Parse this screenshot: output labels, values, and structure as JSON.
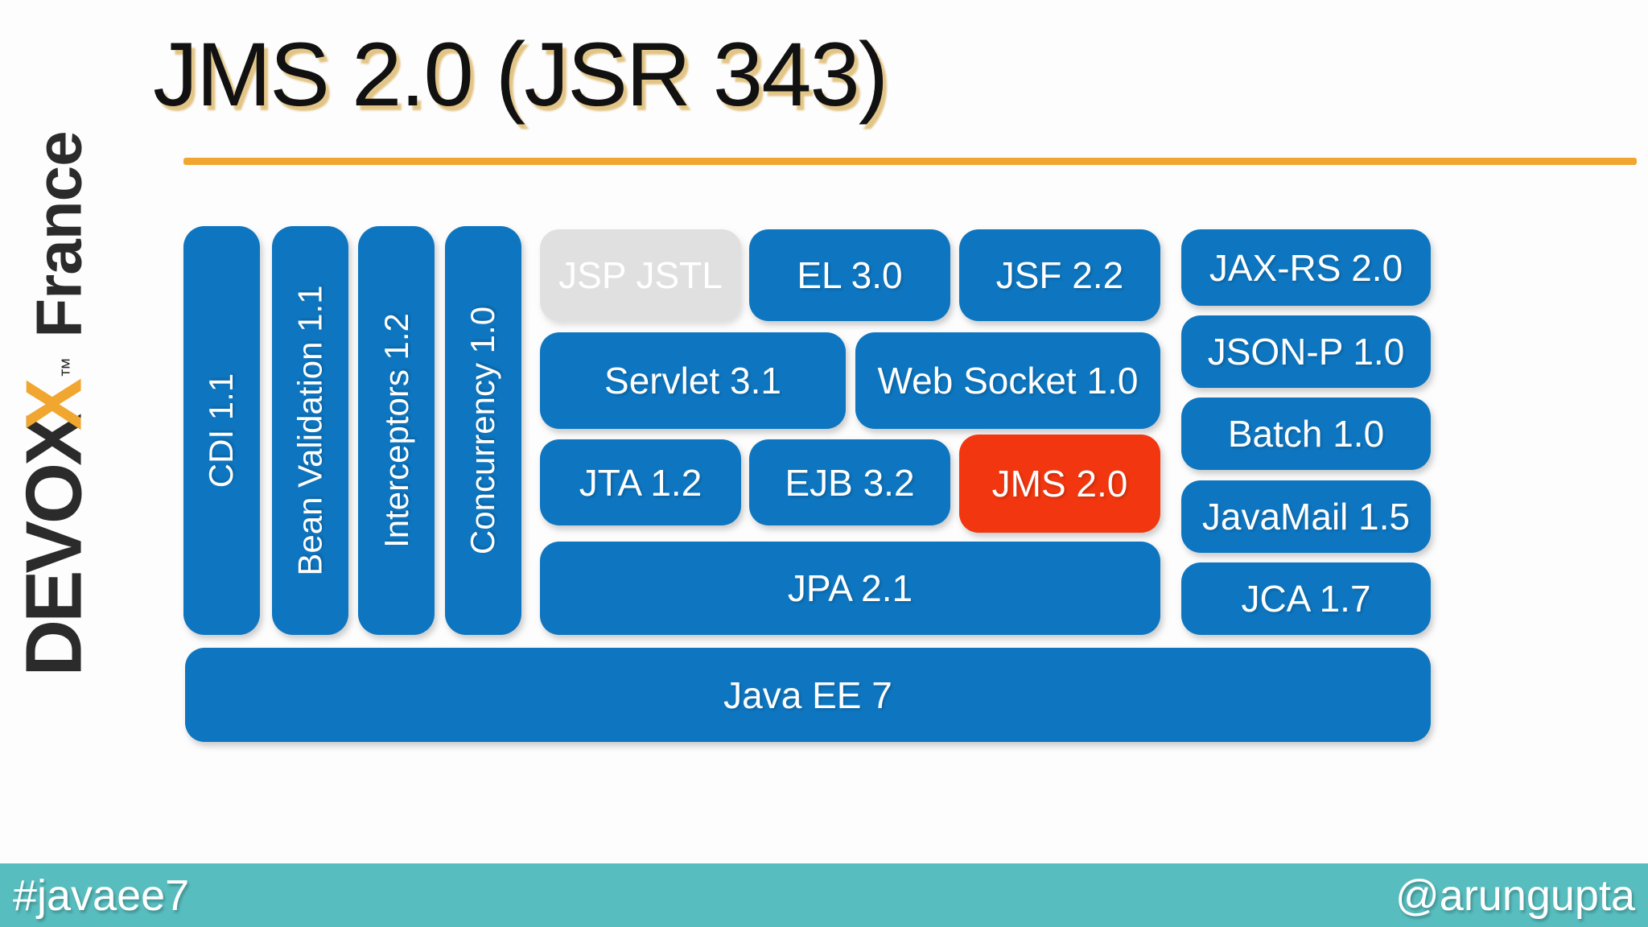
{
  "slide_title": "JMS 2.0 (JSR 343)",
  "logo": {
    "devo": "DEVO",
    "x1": "X",
    "x2": "X",
    "tm": "™",
    "france": "France"
  },
  "colors": {
    "blue": "#0E76C0",
    "red": "#F2360F",
    "gray": "#E0E0E0",
    "teal": "#58BDBE",
    "orange": "#F0A62F"
  },
  "diagram": {
    "rail": [
      {
        "label": "CDI 1.1"
      },
      {
        "label": "Bean Validation 1.1"
      },
      {
        "label": "Interceptors 1.2"
      },
      {
        "label": "Concurrency 1.0"
      }
    ],
    "grid": {
      "jsp_jstl": "JSP JSTL",
      "el": "EL 3.0",
      "jsf": "JSF 2.2",
      "jaxrs": "JAX-RS 2.0",
      "jsonp": "JSON-P 1.0",
      "batch": "Batch 1.0",
      "javamail": "JavaMail 1.5",
      "jca": "JCA 1.7",
      "servlet": "Servlet 3.1",
      "websocket": "Web Socket 1.0",
      "jta": "JTA 1.2",
      "ejb": "EJB 3.2",
      "jms": "JMS 2.0",
      "jpa": "JPA 2.1",
      "javaee": "Java EE 7"
    }
  },
  "footer": {
    "left": "#javaee7",
    "right": "@arungupta"
  }
}
